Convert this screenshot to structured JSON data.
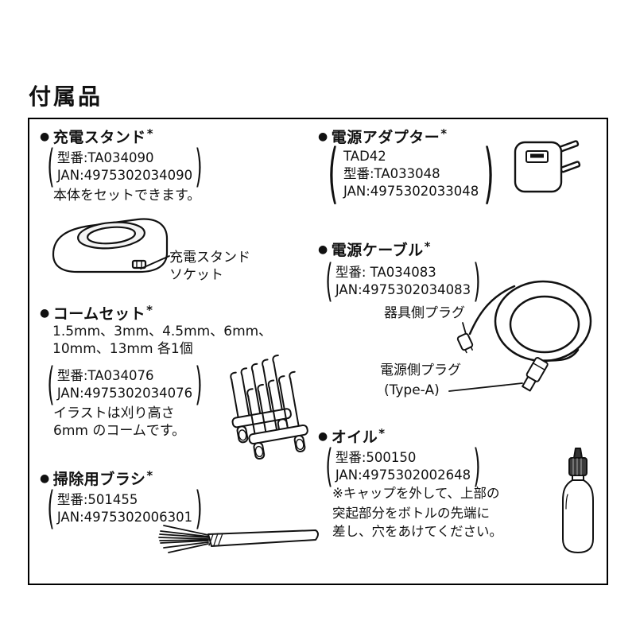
{
  "page": {
    "title": "付属品"
  },
  "ui": {
    "bullet": "●",
    "asterisk": "*",
    "paren_open": "(",
    "paren_close": ")"
  },
  "charging_stand": {
    "heading": "充電スタンド",
    "model": "型番:TA034090",
    "jan": "JAN:4975302034090",
    "note": "本体をセットできます。",
    "callout_line1": "充電スタンド",
    "callout_line2": "ソケット"
  },
  "comb_set": {
    "heading": "コームセット",
    "sizes_line1": "1.5mm、3mm、4.5mm、6mm、",
    "sizes_line2": "10mm、13mm 各1個",
    "model": "型番:TA034076",
    "jan": "JAN:4975302034076",
    "note_line1": "イラストは刈り高さ",
    "note_line2": "6mm のコームです。"
  },
  "cleaning_brush": {
    "heading": "掃除用ブラシ",
    "model": "型番:501455",
    "jan": "JAN:4975302006301"
  },
  "power_adapter": {
    "heading": "電源アダプター",
    "product": "TAD42",
    "model": "型番:TA033048",
    "jan": "JAN:4975302033048"
  },
  "power_cable": {
    "heading": "電源ケーブル",
    "model": "型番: TA034083",
    "jan": "JAN:4975302034083",
    "device_plug_label": "器具側プラグ",
    "power_plug_label": "電源側プラグ",
    "power_plug_type": "(Type-A)"
  },
  "oil": {
    "heading": "オイル",
    "model": "型番:500150",
    "jan": "JAN:4975302002648",
    "note_line1": "※キャップを外して、上部の",
    "note_line2": "突起部分をボトルの先端に",
    "note_line3": "差し、穴をあけてください。"
  }
}
